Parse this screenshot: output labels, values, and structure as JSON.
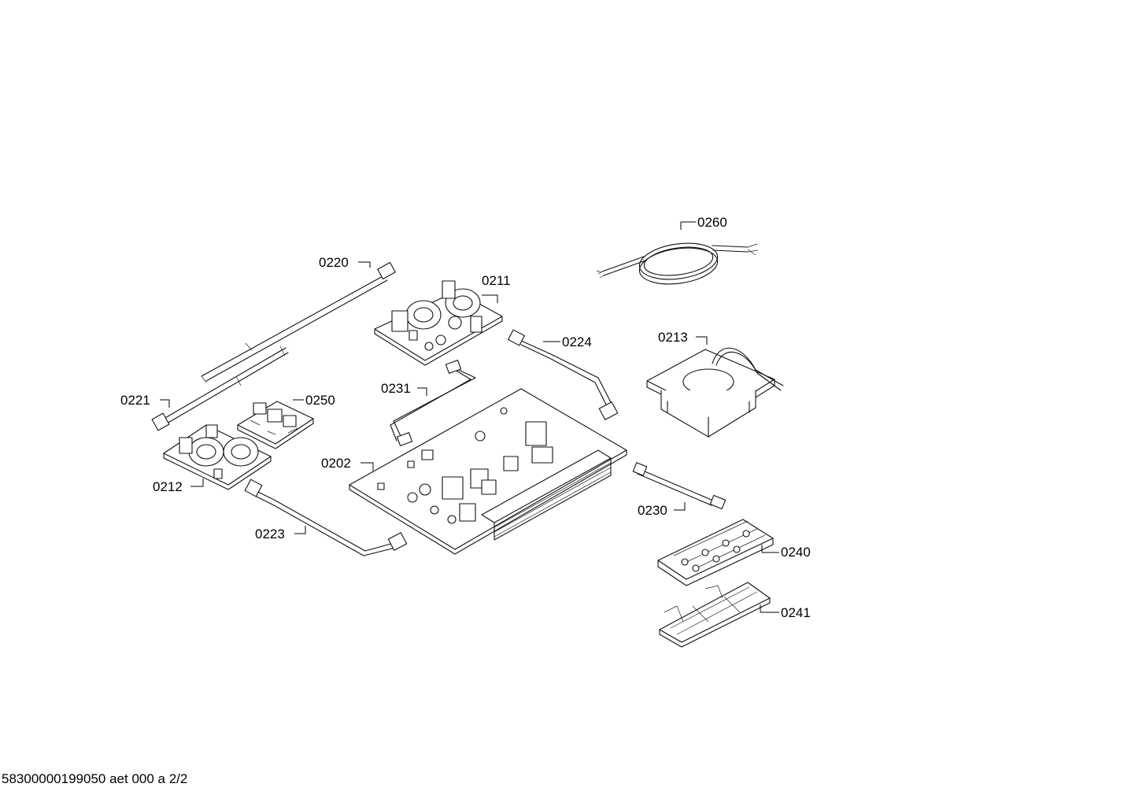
{
  "labels": {
    "p0260": "0260",
    "p0220": "0220",
    "p0211": "0211",
    "p0224": "0224",
    "p0213": "0213",
    "p0231": "0231",
    "p0221": "0221",
    "p0250": "0250",
    "p0202": "0202",
    "p0212": "0212",
    "p0230": "0230",
    "p0223": "0223",
    "p0240": "0240",
    "p0241": "0241"
  },
  "footer": {
    "doc_id": "58300000199050 aet 000 a 2/2"
  }
}
